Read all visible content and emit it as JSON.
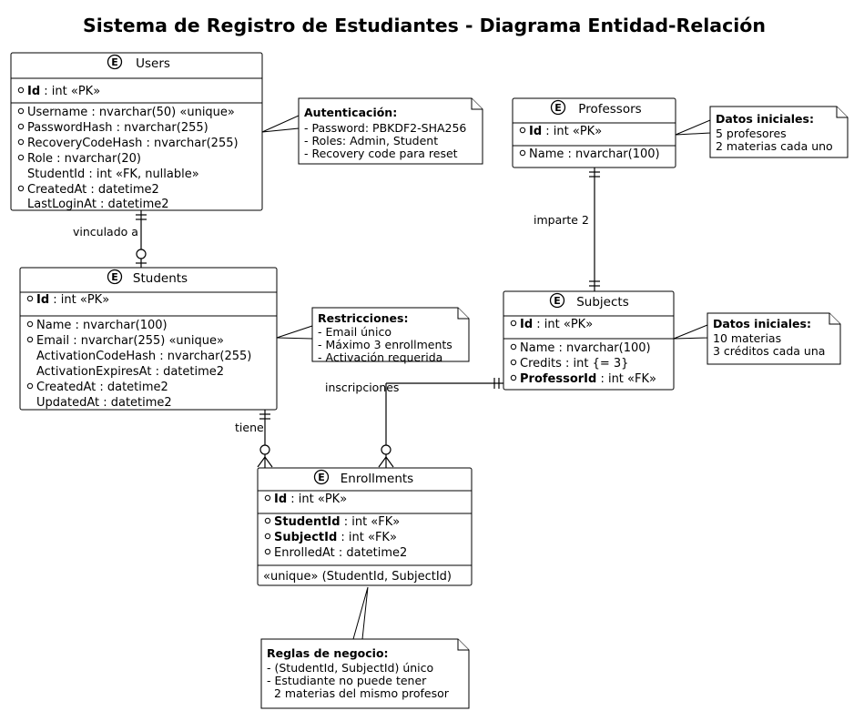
{
  "title": "Sistema de Registro de Estudiantes - Diagrama Entidad-Relación",
  "entities": {
    "users": {
      "name": "Users",
      "stereotype_icon": "E",
      "key_attrs": [
        {
          "bullet": true,
          "bold": "Id",
          "rest": " : int «PK»"
        }
      ],
      "attrs": [
        {
          "bullet": true,
          "bold": "",
          "rest": "Username : nvarchar(50) «unique»"
        },
        {
          "bullet": true,
          "bold": "",
          "rest": "PasswordHash : nvarchar(255)"
        },
        {
          "bullet": true,
          "bold": "",
          "rest": "RecoveryCodeHash : nvarchar(255)"
        },
        {
          "bullet": true,
          "bold": "",
          "rest": "Role : nvarchar(20)"
        },
        {
          "bullet": false,
          "bold": "",
          "rest": "StudentId : int «FK, nullable»"
        },
        {
          "bullet": true,
          "bold": "",
          "rest": "CreatedAt : datetime2"
        },
        {
          "bullet": false,
          "bold": "",
          "rest": "LastLoginAt : datetime2"
        }
      ]
    },
    "students": {
      "name": "Students",
      "stereotype_icon": "E",
      "key_attrs": [
        {
          "bullet": true,
          "bold": "Id",
          "rest": " : int «PK»"
        }
      ],
      "attrs": [
        {
          "bullet": true,
          "bold": "",
          "rest": "Name : nvarchar(100)"
        },
        {
          "bullet": true,
          "bold": "",
          "rest": "Email : nvarchar(255) «unique»"
        },
        {
          "bullet": false,
          "bold": "",
          "rest": "ActivationCodeHash : nvarchar(255)"
        },
        {
          "bullet": false,
          "bold": "",
          "rest": "ActivationExpiresAt : datetime2"
        },
        {
          "bullet": true,
          "bold": "",
          "rest": "CreatedAt : datetime2"
        },
        {
          "bullet": false,
          "bold": "",
          "rest": "UpdatedAt : datetime2"
        }
      ]
    },
    "professors": {
      "name": "Professors",
      "stereotype_icon": "E",
      "key_attrs": [
        {
          "bullet": true,
          "bold": "Id",
          "rest": " : int «PK»"
        }
      ],
      "attrs": [
        {
          "bullet": true,
          "bold": "",
          "rest": "Name : nvarchar(100)"
        }
      ]
    },
    "subjects": {
      "name": "Subjects",
      "stereotype_icon": "E",
      "key_attrs": [
        {
          "bullet": true,
          "bold": "Id",
          "rest": " : int «PK»"
        }
      ],
      "attrs": [
        {
          "bullet": true,
          "bold": "",
          "rest": "Name : nvarchar(100)"
        },
        {
          "bullet": true,
          "bold": "",
          "rest": "Credits : int {= 3}"
        },
        {
          "bullet": true,
          "bold": "ProfessorId",
          "rest": " : int «FK»"
        }
      ]
    },
    "enrollments": {
      "name": "Enrollments",
      "stereotype_icon": "E",
      "key_attrs": [
        {
          "bullet": true,
          "bold": "Id",
          "rest": " : int «PK»"
        }
      ],
      "attrs": [
        {
          "bullet": true,
          "bold": "StudentId",
          "rest": " : int «FK»"
        },
        {
          "bullet": true,
          "bold": "SubjectId",
          "rest": " : int «FK»"
        },
        {
          "bullet": true,
          "bold": "",
          "rest": "EnrolledAt : datetime2"
        }
      ],
      "constraint": "«unique» (StudentId, SubjectId)"
    }
  },
  "notes": {
    "auth": {
      "title": "Autenticación:",
      "lines": [
        "- Password: PBKDF2-SHA256",
        "- Roles: Admin, Student",
        "- Recovery code para reset"
      ]
    },
    "professors_data": {
      "title": "Datos iniciales:",
      "lines": [
        "5 profesores",
        "2 materias cada uno"
      ]
    },
    "restrictions": {
      "title": "Restricciones:",
      "lines": [
        "- Email único",
        "- Máximo 3 enrollments",
        "- Activación requerida"
      ]
    },
    "subjects_data": {
      "title": "Datos iniciales:",
      "lines": [
        "10 materias",
        "3 créditos cada una"
      ]
    },
    "business_rules": {
      "title": "Reglas de negocio:",
      "lines": [
        "- (StudentId, SubjectId) único",
        "- Estudiante no puede tener",
        "  2 materias del mismo profesor"
      ]
    }
  },
  "relationships": {
    "users_students": {
      "label": "vinculado a"
    },
    "professors_subjects": {
      "label": "imparte 2"
    },
    "students_enrollments": {
      "label": "tiene"
    },
    "subjects_enrollments": {
      "label": "inscripciones"
    }
  },
  "colors": {
    "stroke": "#000000",
    "fill": "#ffffff",
    "text": "#000000"
  }
}
